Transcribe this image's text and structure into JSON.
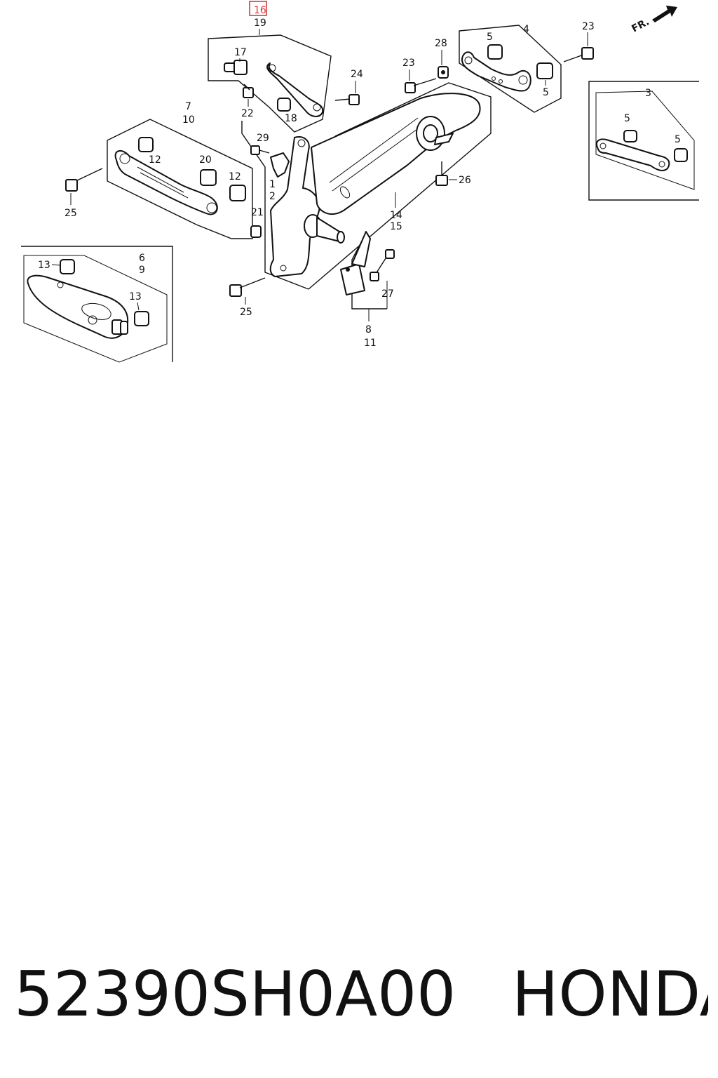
{
  "diagram": {
    "highlight_color": "#d63b3b",
    "front_arrow_label": "FR.",
    "callouts": {
      "c16": "16",
      "c19": "19",
      "c17": "17",
      "c22": "22",
      "c18": "18",
      "c24": "24",
      "c23a": "23",
      "c28": "28",
      "c4": "4",
      "c5a": "5",
      "c5b": "5",
      "c23b": "23",
      "c3": "3",
      "c5c": "5",
      "c5d": "5",
      "c7": "7",
      "c10": "10",
      "c12a": "12",
      "c20": "20",
      "c12b": "12",
      "c25a": "25",
      "c29": "29",
      "c1": "1",
      "c2": "2",
      "c21": "21",
      "c14": "14",
      "c15": "15",
      "c26": "26",
      "c27": "27",
      "c8": "8",
      "c11": "11",
      "c13a": "13",
      "c6": "6",
      "c9": "9",
      "c13b": "13",
      "c25b": "25"
    }
  },
  "caption": {
    "part_number": "52390SH0A00",
    "brand": "HONDA"
  }
}
